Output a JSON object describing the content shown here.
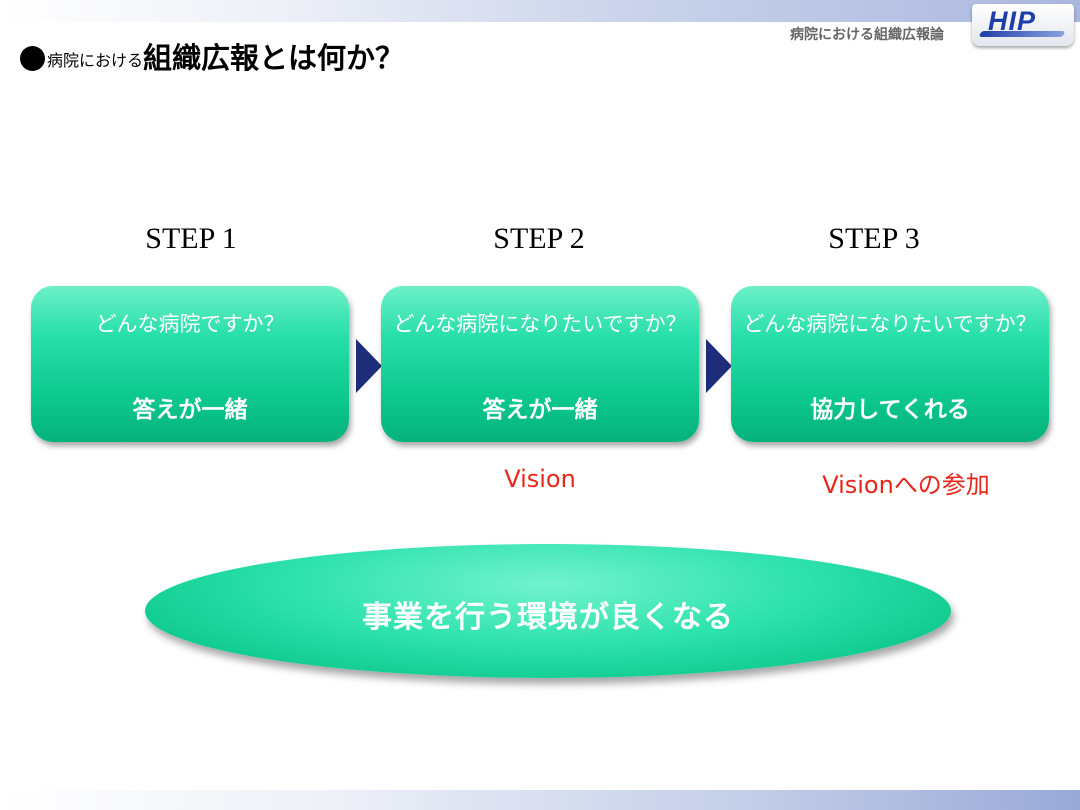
{
  "header": {
    "subtitle": "病院における組織広報論",
    "logo_text": "HIP"
  },
  "page_title": {
    "prefix": "病院における",
    "main": "組織広報とは何か？"
  },
  "steps": [
    {
      "label": "STEP 1",
      "question": "どんな病院ですか？",
      "answer": "答えが一緒"
    },
    {
      "label": "STEP 2",
      "question": "どんな病院になりたいですか？",
      "answer": "答えが一緒",
      "note": "Vision"
    },
    {
      "label": "STEP 3",
      "question": "どんな病院になりたいですか？",
      "answer": "協力してくれる",
      "note": "Visionへの参加"
    }
  ],
  "conclusion": "事業を行う環境が良くなる",
  "colors": {
    "box_green": "#0cc88c",
    "arrow_navy": "#1d2d7a",
    "note_red": "#e8261a"
  }
}
